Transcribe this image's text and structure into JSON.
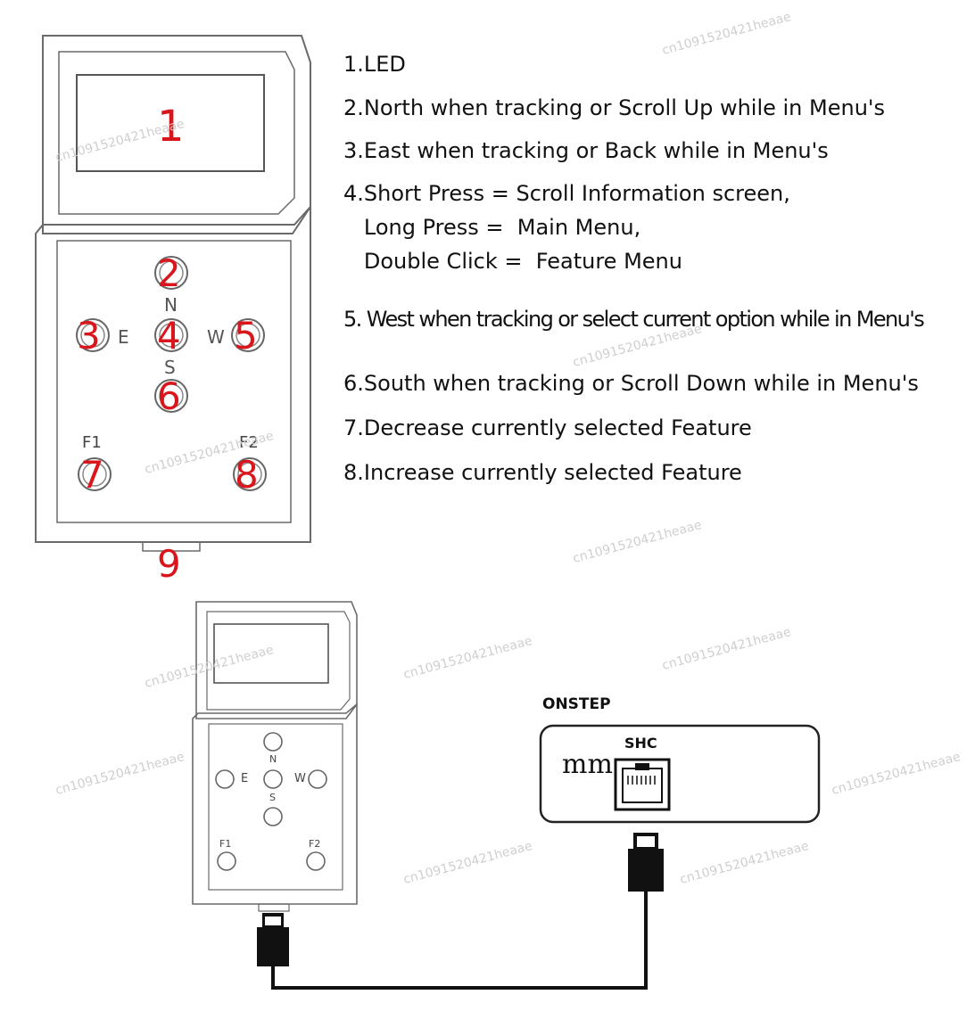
{
  "legend": [
    "1.LED",
    "2.North when tracking or Scroll Up while in Menu's",
    "3.East when tracking or Back while in Menu's",
    "4.Short Press = Scroll Information screen,",
    "   Long Press =  Main Menu,",
    "   Double Click =  Feature Menu",
    "5. West when tracking or select current option while in Menu's",
    "6.South when tracking or Scroll Down while in Menu's",
    "7.Decrease currently selected Feature",
    "8.Increase currently selected Feature"
  ],
  "callouts": [
    "1",
    "2",
    "3",
    "4",
    "5",
    "6",
    "7",
    "8",
    "9"
  ],
  "directions": {
    "north": "N",
    "south": "S",
    "east": "E",
    "west": "W"
  },
  "function_keys": {
    "f1": "F1",
    "f2": "F2"
  },
  "onstep": {
    "title": "ONSTEP",
    "port": "SHC",
    "mm": "mm"
  },
  "watermark": "cn1091520421heaae",
  "colors": {
    "callout": "#d9161b",
    "outline": "#666666",
    "cable": "#111111"
  }
}
